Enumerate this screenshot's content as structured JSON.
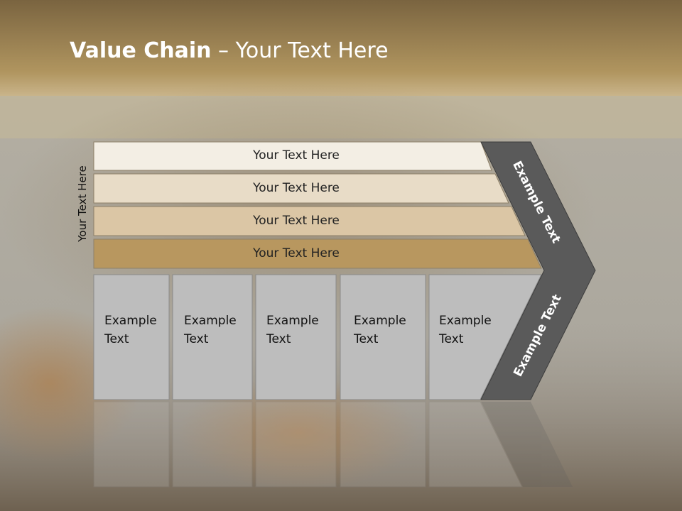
{
  "slide": {
    "title_bold": "Value Chain",
    "title_rest": " – Your Text Here",
    "vertical_label": "Your Text Here"
  },
  "bars": [
    {
      "label": "Your Text Here",
      "color": "#f3eee4"
    },
    {
      "label": "Your Text Here",
      "color": "#e8dcc7"
    },
    {
      "label": "Your Text Here",
      "color": "#dbc6a5"
    },
    {
      "label": "Your Text Here",
      "color": "#b8975f"
    }
  ],
  "boxes": [
    {
      "line1": "Example",
      "line2": "Text"
    },
    {
      "line1": "Example",
      "line2": "Text"
    },
    {
      "line1": "Example",
      "line2": "Text"
    },
    {
      "line1": "Example",
      "line2": "Text"
    },
    {
      "line1": "Example",
      "line2": "Text"
    }
  ],
  "chevron": {
    "upper_text": "Example Text",
    "lower_text": "Example Text",
    "color": "#5a5a5a"
  },
  "colors": {
    "header_top": "#7a6440",
    "header_bottom": "#b39a66",
    "background": "#a9a7a0"
  }
}
